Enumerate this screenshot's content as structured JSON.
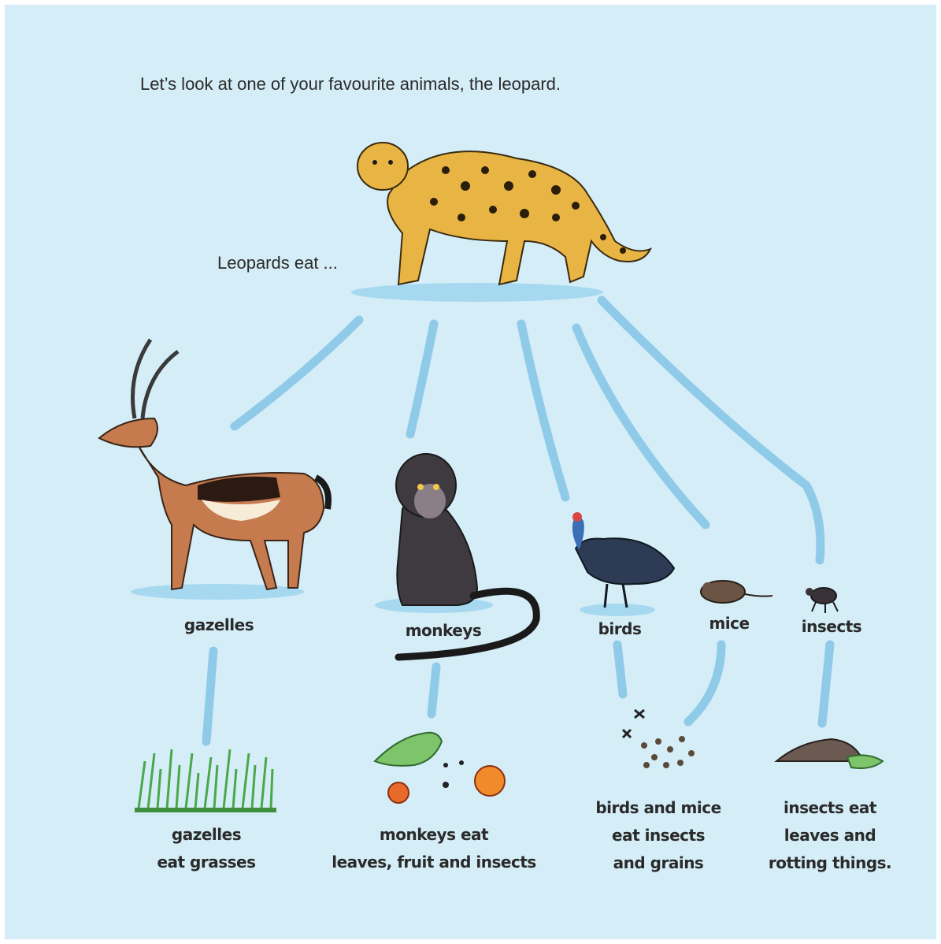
{
  "intro": "Let’s look at one of your favourite animals, the leopard.",
  "subtitle": "Leopards eat ...",
  "prey": {
    "gazelles": "gazelles",
    "monkeys": "monkeys",
    "birds": "birds",
    "mice": "mice",
    "insects": "insects"
  },
  "captions": {
    "gazelles": [
      "gazelles",
      "eat grasses"
    ],
    "monkeys": [
      "monkeys eat",
      "leaves, fruit and insects"
    ],
    "birds_mice": [
      "birds and mice",
      "eat insects",
      "and grains"
    ],
    "insects": [
      "insects eat",
      "leaves and",
      "rotting things."
    ]
  },
  "colors": {
    "background": "#d4edf7",
    "connector": "#8fcbe8"
  }
}
